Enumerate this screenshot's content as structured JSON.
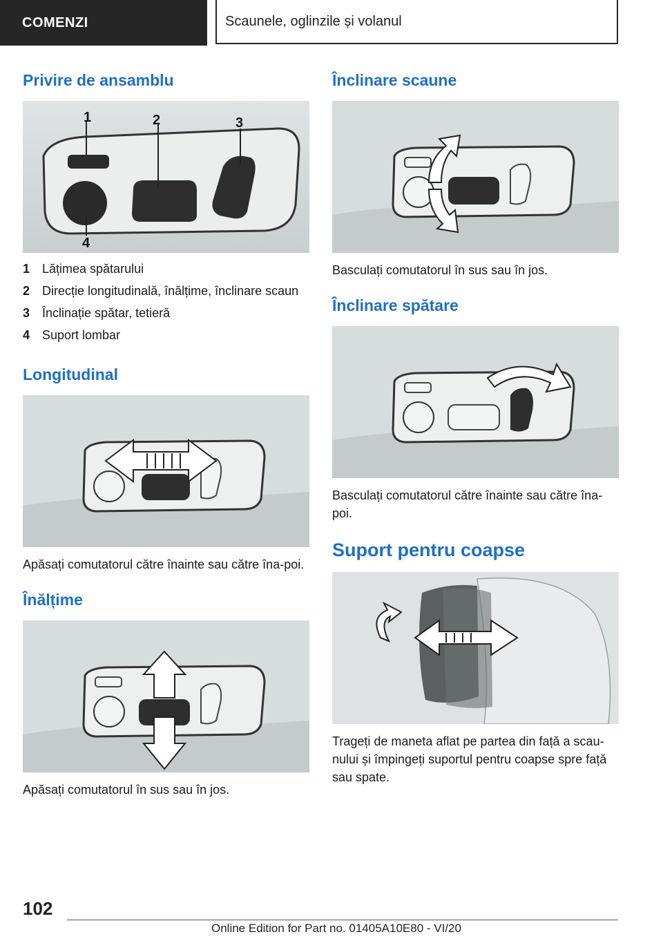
{
  "header": {
    "section": "COMENZI",
    "chapter": "Scaunele, oglinzile și volanul"
  },
  "left": {
    "overview": {
      "title": "Privire de ansamblu",
      "callouts": [
        "1",
        "2",
        "3",
        "4"
      ],
      "items": [
        {
          "num": "1",
          "text": "Lățimea spătarului"
        },
        {
          "num": "2",
          "text": "Direcție longitudinală, înălțime, înclinare scaun"
        },
        {
          "num": "3",
          "text": "Înclinație spătar, tetieră"
        },
        {
          "num": "4",
          "text": "Suport lombar"
        }
      ]
    },
    "longitudinal": {
      "title": "Longitudinal",
      "text": "Apăsați comutatorul către înainte sau către îna-poi."
    },
    "height": {
      "title": "Înălțime",
      "text": "Apăsați comutatorul în sus sau în jos."
    }
  },
  "right": {
    "seat_tilt": {
      "title": "Înclinare scaune",
      "text": "Basculați comutatorul în sus sau în jos."
    },
    "backrest_tilt": {
      "title": "Înclinare spătare",
      "text": "Basculați comutatorul către înainte sau către îna-poi."
    },
    "thigh_support": {
      "title": "Suport pentru coapse",
      "text": "Trageți de maneta aflat pe partea din față a scau-nului și împingeți suportul pentru coapse spre față sau spate."
    }
  },
  "footer": {
    "page_number": "102",
    "edition": "Online Edition for Part no. 01405A10E80 - VI/20"
  }
}
